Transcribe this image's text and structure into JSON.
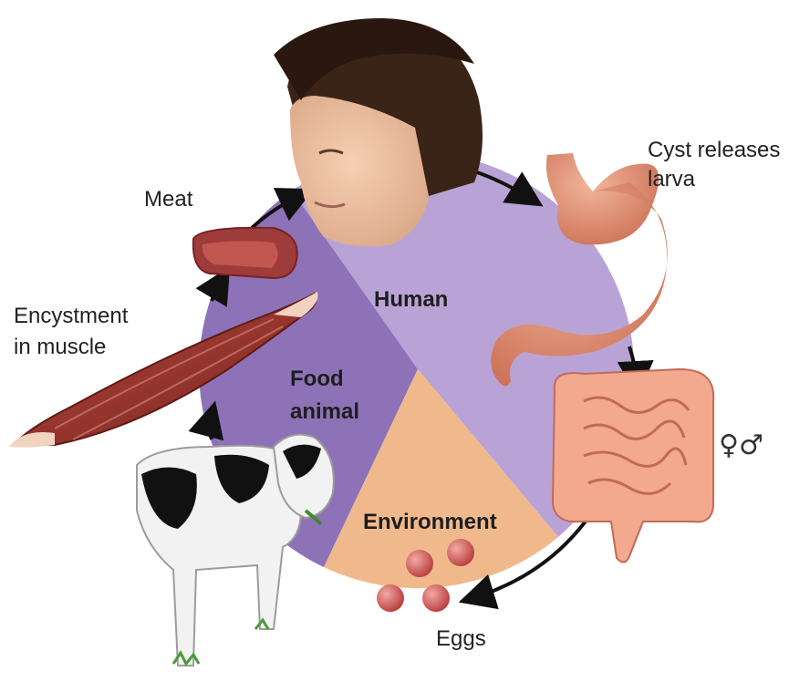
{
  "diagram": {
    "sectors": {
      "human": "Human",
      "food_animal_line1": "Food",
      "food_animal_line2": "animal",
      "environment": "Environment"
    },
    "stages": {
      "cyst_line1": "Cyst releases",
      "cyst_line2": "larva",
      "sex_symbols": "♀♂",
      "eggs": "Eggs",
      "meat": "Meat",
      "encystment_line1": "Encystment",
      "encystment_line2": "in muscle"
    },
    "colors": {
      "human_sector": "#b9a3d6",
      "food_animal_sector": "#8e72b8",
      "environment_sector": "#efb98c",
      "arrows": "#111111"
    },
    "icons": [
      "human-head-icon",
      "stomach-icon",
      "intestine-icon",
      "eggs-icon",
      "cow-icon",
      "muscle-icon",
      "meat-icon"
    ]
  }
}
